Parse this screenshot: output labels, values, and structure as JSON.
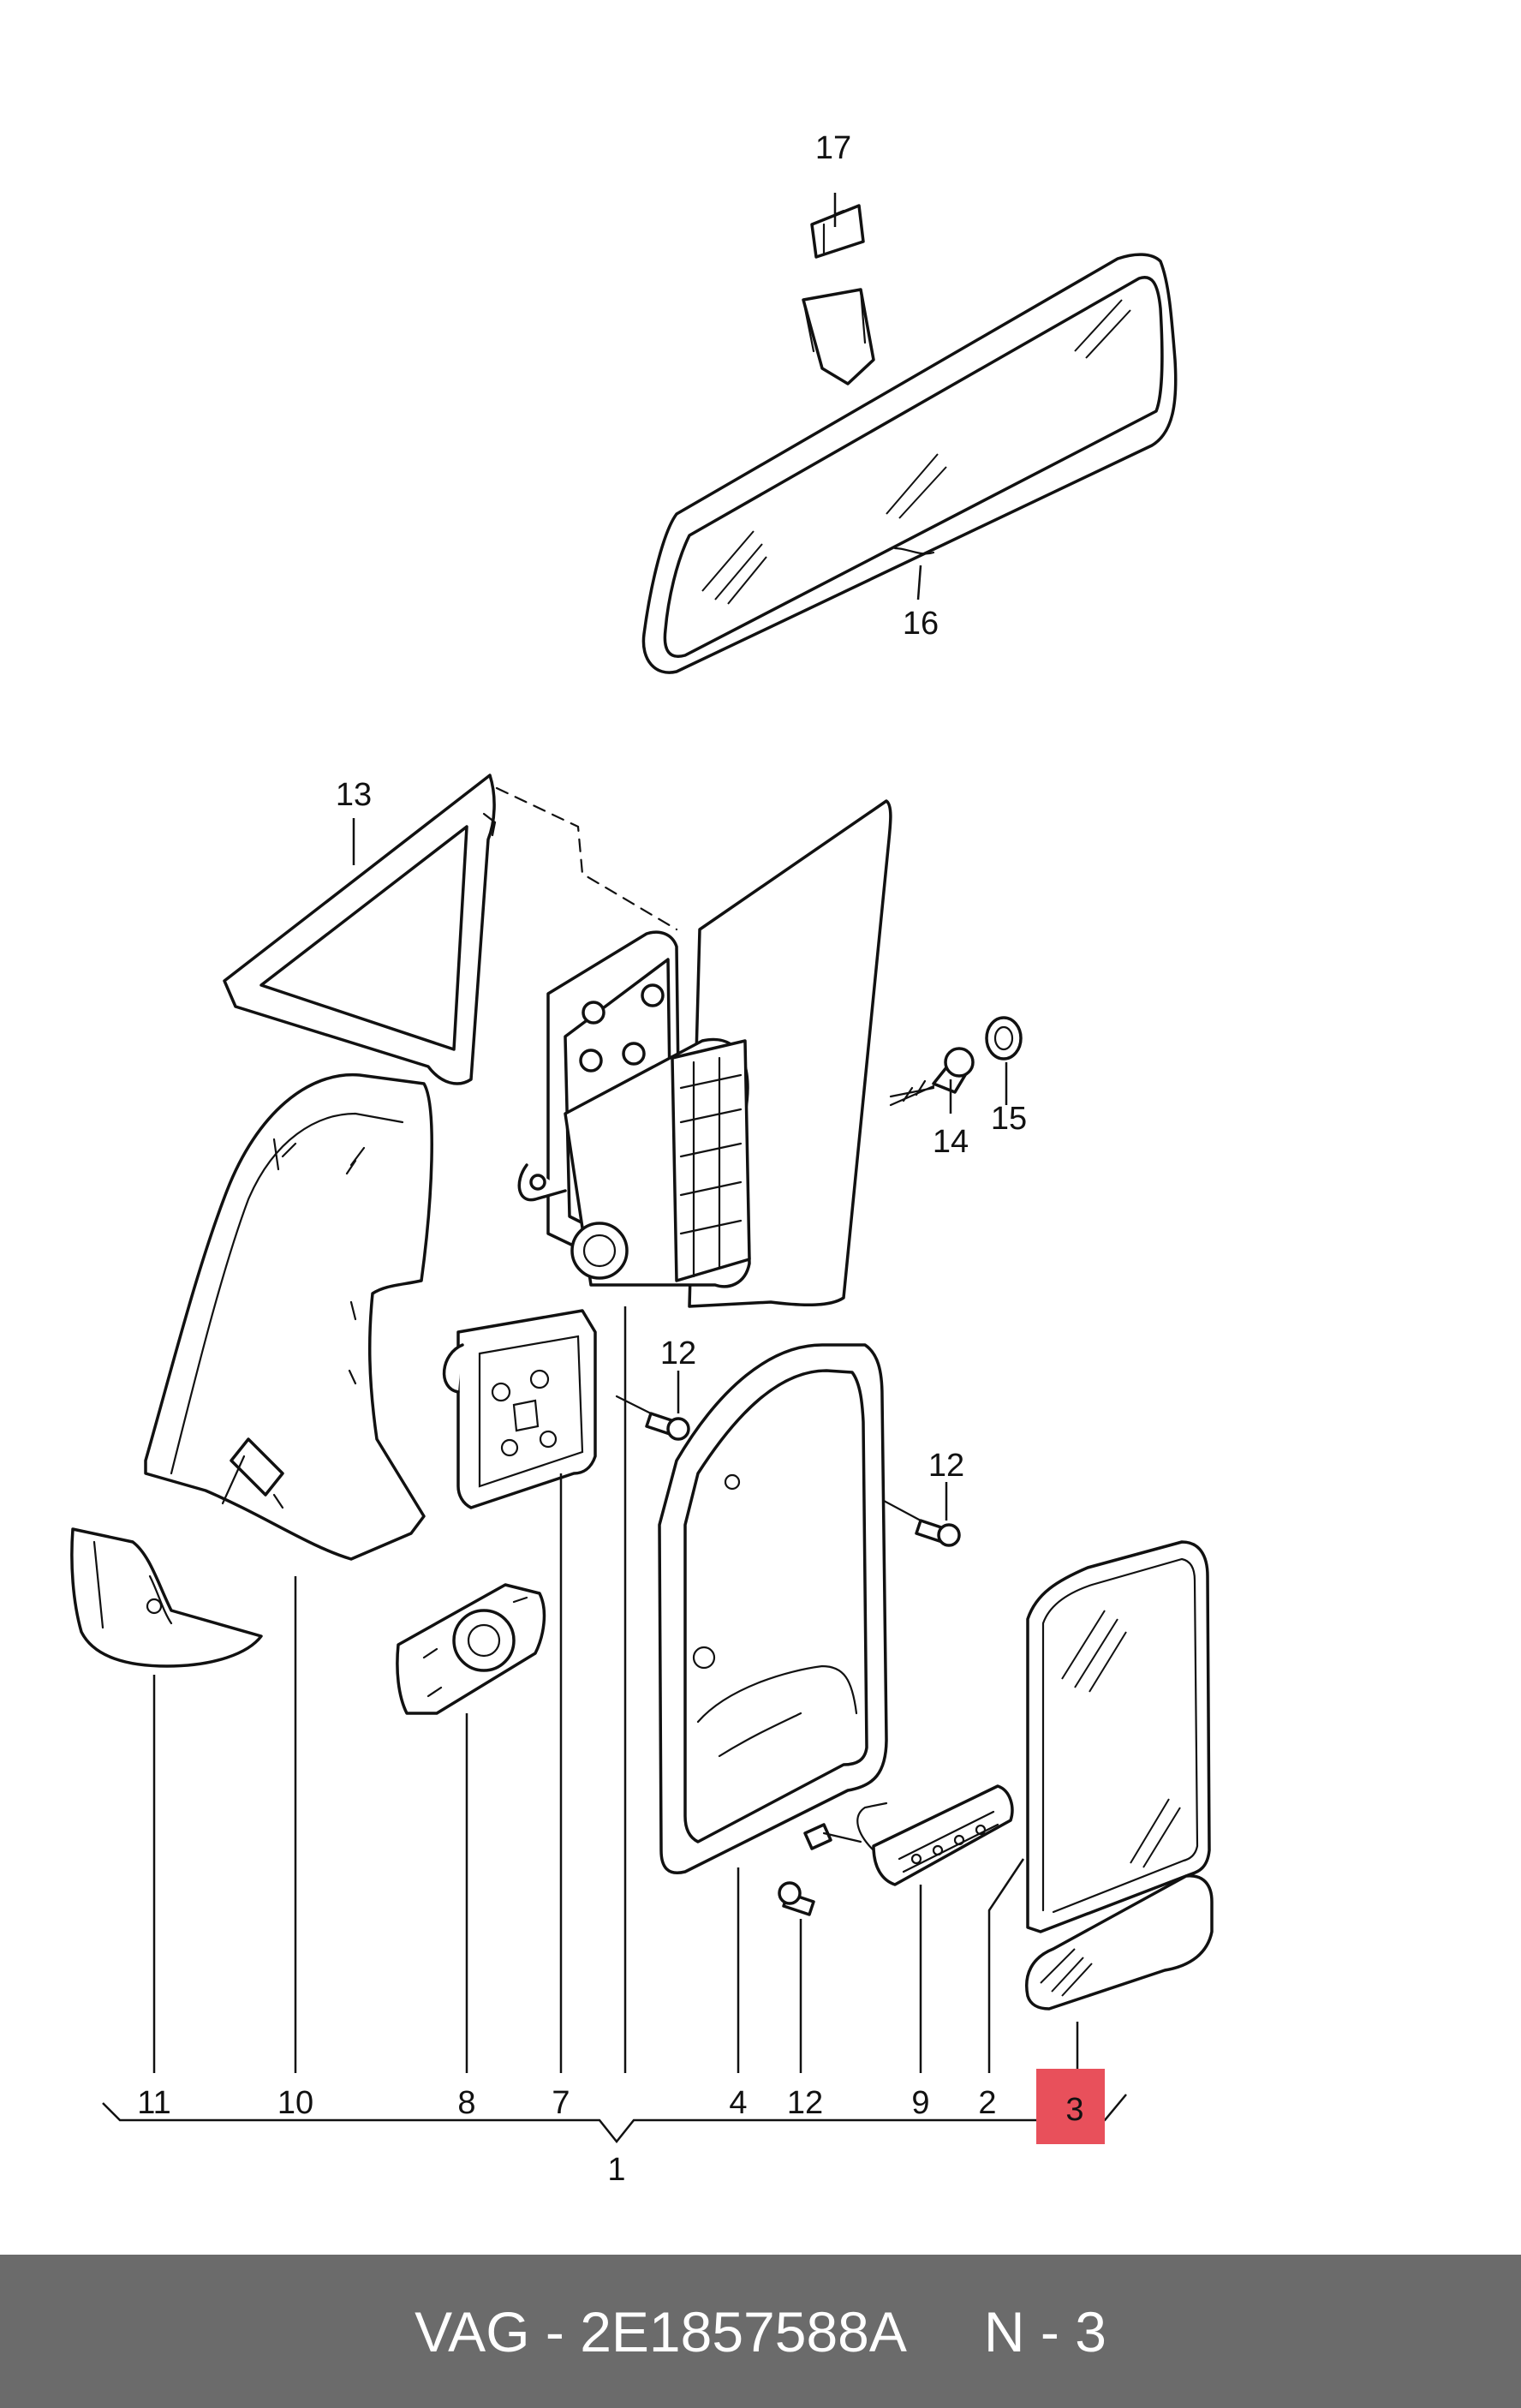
{
  "diagram": {
    "callouts": {
      "c1": "1",
      "c2": "2",
      "c3": "3",
      "c4": "4",
      "c7": "7",
      "c8": "8",
      "c9": "9",
      "c10": "10",
      "c11": "11",
      "c12a": "12",
      "c12b": "12",
      "c12c": "12",
      "c13": "13",
      "c14": "14",
      "c15": "15",
      "c16": "16",
      "c17": "17"
    },
    "highlight_color": "#e8505b"
  },
  "footer": {
    "part_label": "VAG - 2E1857588A",
    "position_label": "N - 3",
    "background": "#6b6b6b"
  }
}
